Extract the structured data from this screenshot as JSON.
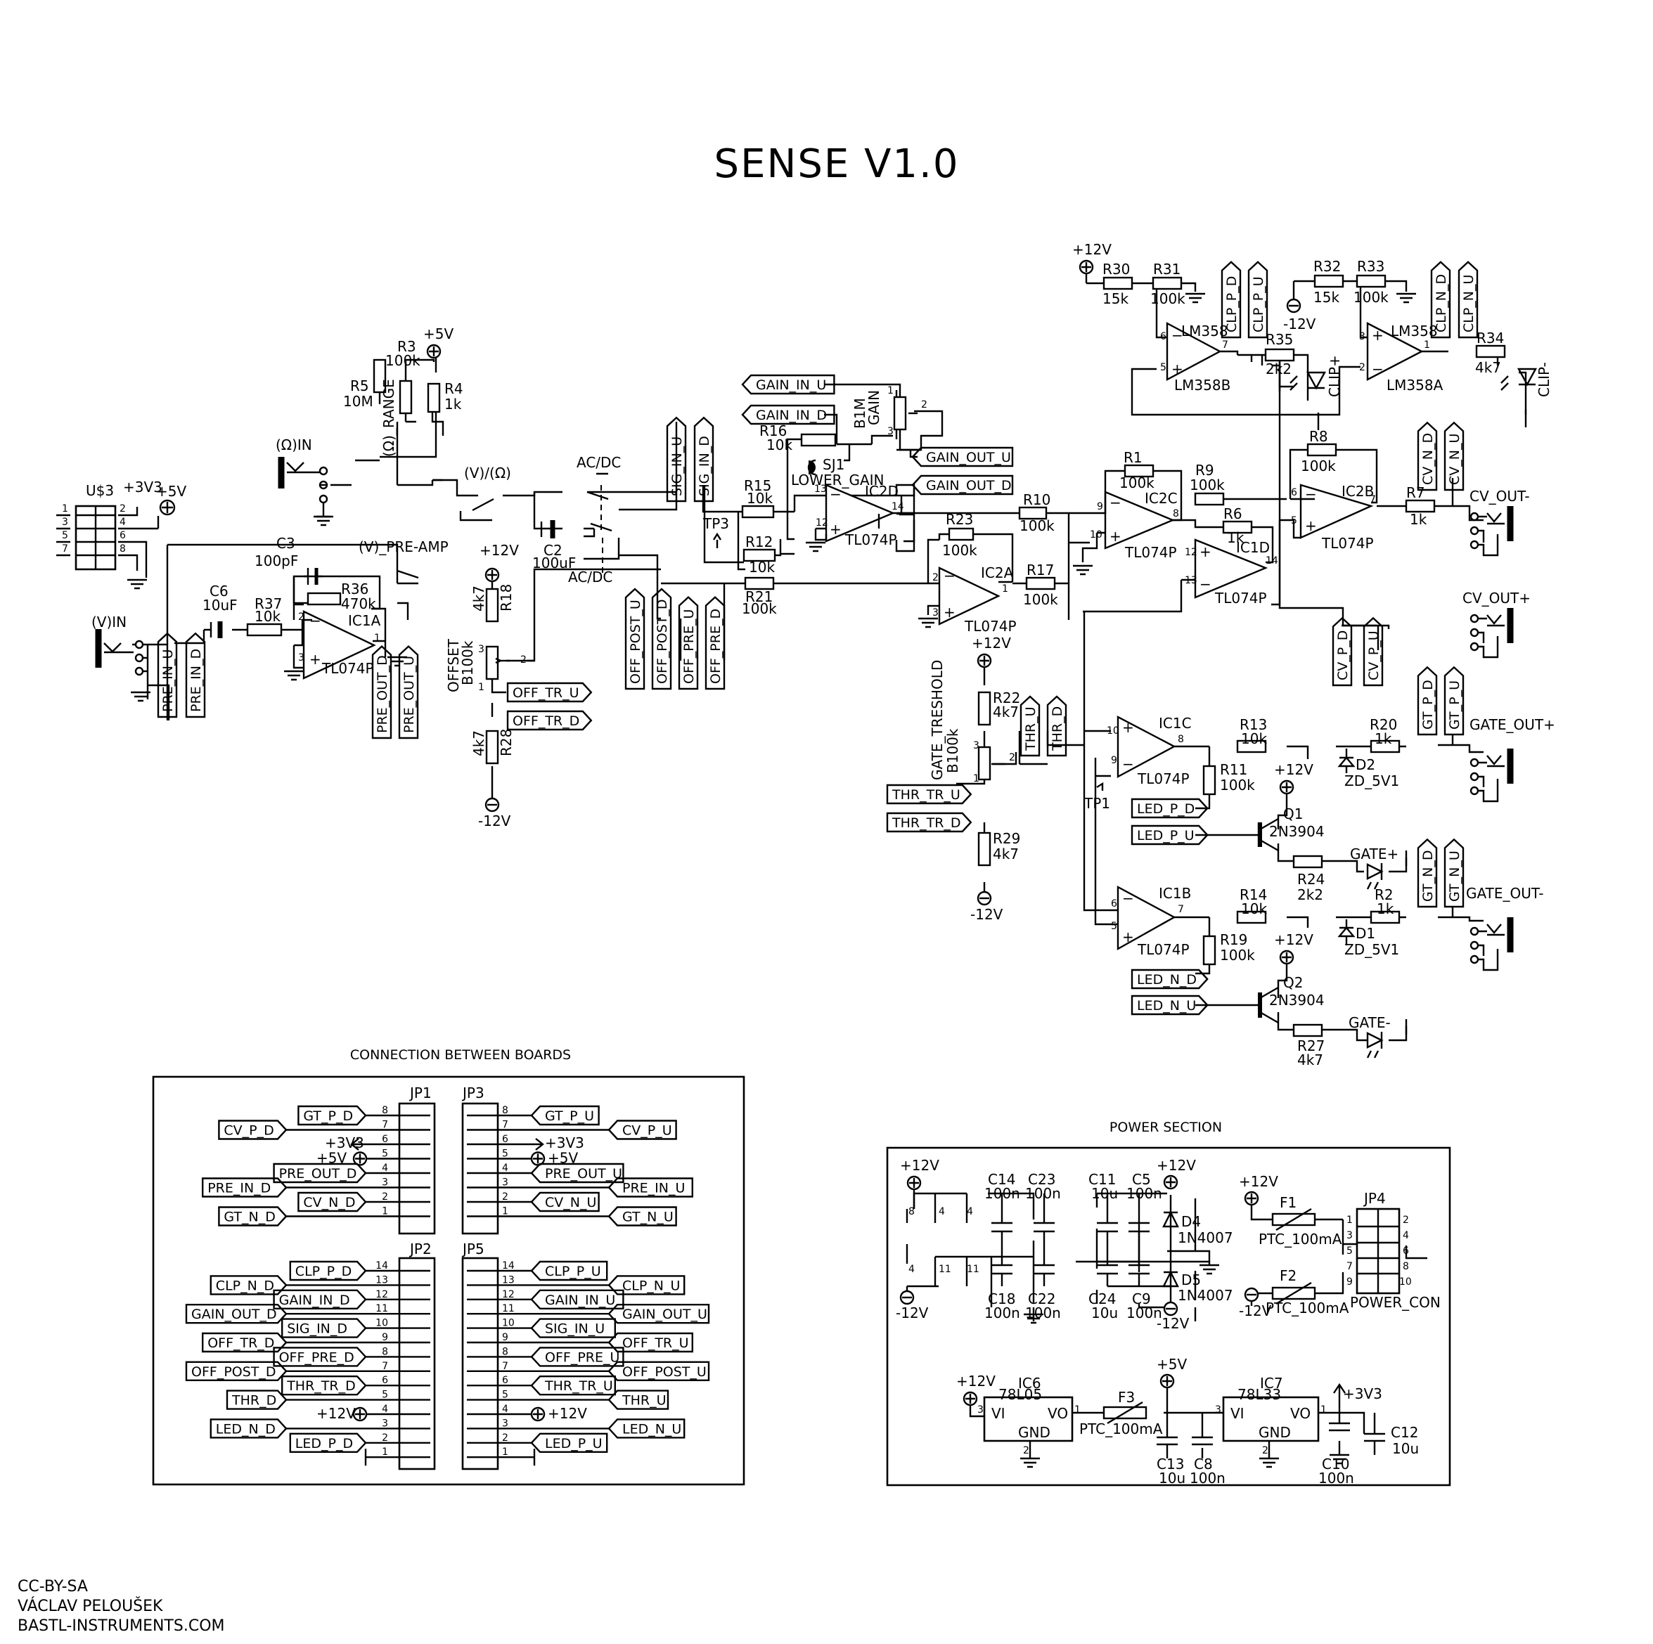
{
  "title": "SENSE V1.0",
  "sections": {
    "boards": "CONNECTION BETWEEN BOARDS",
    "power": "POWER SECTION"
  },
  "footer": [
    "CC-BY-SA",
    "VÁCLAV PELOUŠEK",
    "BASTL-INSTRUMENTS.COM"
  ],
  "rails": {
    "p12": "+12V",
    "m12": "-12V",
    "p5": "+5V",
    "p33": "+3V3"
  },
  "resistors": {
    "r1": "R1",
    "r1v": "100k",
    "r2": "R2",
    "r2v": "1k",
    "r3": "R3",
    "r3v": "100k",
    "r4": "R4",
    "r4v": "1k",
    "r5": "R5",
    "r5v": "10M",
    "r6": "R6",
    "r6v": "1k",
    "r7": "R7",
    "r7v": "1k",
    "r8": "R8",
    "r8v": "100k",
    "r9": "R9",
    "r9v": "100k",
    "r10": "R10",
    "r10v": "100k",
    "r11": "R11",
    "r11v": "100k",
    "r12": "R12",
    "r12v": "10k",
    "r13": "R13",
    "r13v": "10k",
    "r14": "R14",
    "r14v": "10k",
    "r15": "R15",
    "r15v": "10k",
    "r16": "R16",
    "r16v": "10k",
    "r17": "R17",
    "r17v": "100k",
    "r18": "R18",
    "r18v": "4k7",
    "r19": "R19",
    "r19v": "100k",
    "r20": "R20",
    "r20v": "1k",
    "r21": "R21",
    "r21v": "100k",
    "r22": "R22",
    "r22v": "4k7",
    "r23": "R23",
    "r23v": "100k",
    "r24": "R24",
    "r24v": "2k2",
    "r27": "R27",
    "r27v": "4k7",
    "r28": "R28",
    "r28v": "4k7",
    "r29": "R29",
    "r29v": "4k7",
    "r30": "R30",
    "r30v": "15k",
    "r31": "R31",
    "r31v": "100k",
    "r32": "R32",
    "r32v": "15k",
    "r33": "R33",
    "r33v": "100k",
    "r34": "R34",
    "r34v": "4k7",
    "r35": "R35",
    "r35v": "2k2",
    "r36": "R36",
    "r36v": "470k",
    "r37": "R37",
    "r37v": "10k"
  },
  "caps": {
    "c2": "C2",
    "c2v": "100uF",
    "c3": "C3",
    "c3v": "100pF",
    "c6": "C6",
    "c6v": "10uF",
    "c14": "C14",
    "c14v": "100n",
    "c23": "C23",
    "c23v": "100n",
    "c11": "C11",
    "c11v": "10u",
    "c5": "C5",
    "c5v": "100n",
    "c18": "C18",
    "c18v": "100n",
    "c22": "C22",
    "c22v": "100n",
    "c24": "C24",
    "c24v": "10u",
    "c9": "C9",
    "c9v": "100n",
    "c13": "C13",
    "c13v": "10u",
    "c8": "C8",
    "c8v": "100n",
    "c10": "C10",
    "c10v": "100n",
    "c12": "C12",
    "c12v": "10u"
  },
  "parts": {
    "ic1a": "IC1A",
    "ic1b": "IC1B",
    "ic1c": "IC1C",
    "ic1d": "IC1D",
    "ic2a": "IC2A",
    "ic2b": "IC2B",
    "ic2c": "IC2C",
    "ic2d": "IC2D",
    "tl074": "TL074P",
    "lm358": "LM358",
    "lm358a": "LM358A",
    "lm358b": "LM358B",
    "q1": "Q1",
    "q2": "Q2",
    "q_type": "2N3904",
    "d1": "D1",
    "d2": "D2",
    "zd": "ZD_5V1",
    "d4": "D4",
    "d5": "D5",
    "d_type": "1N4007",
    "sj1": "SJ1",
    "lower_gain": "LOWER_GAIN",
    "tp1": "TP1",
    "tp3": "TP3",
    "u3": "U$3",
    "ic6": "IC6",
    "ic6t": "78L05",
    "ic7": "IC7",
    "ic7t": "78L33",
    "vi": "VI",
    "vo": "VO",
    "gnd": "GND",
    "f1": "F1",
    "f2": "F2",
    "f3": "F3",
    "ptc": "PTC_100mA",
    "jp4": "JP4",
    "power_con": "POWER_CON",
    "jp1": "JP1",
    "jp2": "JP2",
    "jp3": "JP3",
    "jp5": "JP5"
  },
  "controls": {
    "ohm_in": "(Ω)IN",
    "v_in": "(V)IN",
    "ohm_range": "(Ω)_RANGE",
    "v_ohm": "(V)/(Ω)",
    "v_preamp": "(V)_PRE-AMP",
    "acdc": "AC/DC",
    "gain_pot": "B1M",
    "gain": "GAIN",
    "offset": "OFFSET",
    "offset_pot": "B100k",
    "gate_thr": "GATE_TRESHOLD",
    "gate_thr_pot": "B100k",
    "cv_out_m": "CV_OUT-",
    "cv_out_p": "CV_OUT+",
    "gate_out_p": "GATE_OUT+",
    "gate_out_m": "GATE_OUT-",
    "clip_p": "CLIP+",
    "clip_m": "CLIP-",
    "gate_led_p": "GATE+",
    "gate_led_m": "GATE-"
  },
  "nets": {
    "gain_in_u": "GAIN_IN_U",
    "gain_in_d": "GAIN_IN_D",
    "gain_out_u": "GAIN_OUT_U",
    "gain_out_d": "GAIN_OUT_D",
    "sig_in_u": "SIG_IN_U",
    "sig_in_d": "SIG_IN_D",
    "off_post_u": "OFF_POST_U",
    "off_post_d": "OFF_POST_D",
    "off_pre_u": "OFF_PRE_U",
    "off_pre_d": "OFF_PRE_D",
    "off_tr_u": "OFF_TR_U",
    "off_tr_d": "OFF_TR_D",
    "pre_in_u": "PRE_IN_U",
    "pre_in_d": "PRE_IN_D",
    "pre_out_d": "PRE_OUT_D",
    "pre_out_u": "PRE_OUT_U",
    "clp_p_d": "CLP_P_D",
    "clp_p_u": "CLP_P_U",
    "clp_n_d": "CLP_N_D",
    "clp_n_u": "CLP_N_U",
    "cv_n_d": "CV_N_D",
    "cv_n_u": "CV_N_U",
    "cv_p_d": "CV_P_D",
    "cv_p_u": "CV_P_U",
    "gt_p_d": "GT_P_D",
    "gt_p_u": "GT_P_U",
    "gt_n_d": "GT_N_D",
    "gt_n_u": "GT_N_U",
    "thr_u": "THR_U",
    "thr_d": "THR_D",
    "thr_tr_u": "THR_TR_U",
    "thr_tr_d": "THR_TR_D",
    "led_p_d": "LED_P_D",
    "led_p_u": "LED_P_U",
    "led_n_d": "LED_N_D",
    "led_n_u": "LED_N_U"
  },
  "jp1_rows": [
    {
      "pin": "8",
      "net": "GT_P_D"
    },
    {
      "pin": "7",
      "net": "CV_P_D"
    },
    {
      "pin": "6",
      "net": "+3V3"
    },
    {
      "pin": "5",
      "net": "+5V"
    },
    {
      "pin": "4",
      "net": "PRE_OUT_D"
    },
    {
      "pin": "3",
      "net": "PRE_IN_D"
    },
    {
      "pin": "2",
      "net": "CV_N_D"
    },
    {
      "pin": "1",
      "net": "GT_N_D"
    }
  ],
  "jp3_rows": [
    {
      "pin": "8",
      "net": "GT_P_U"
    },
    {
      "pin": "7",
      "net": "CV_P_U"
    },
    {
      "pin": "6",
      "net": "+3V3"
    },
    {
      "pin": "5",
      "net": "+5V"
    },
    {
      "pin": "4",
      "net": "PRE_OUT_U"
    },
    {
      "pin": "3",
      "net": "PRE_IN_U"
    },
    {
      "pin": "2",
      "net": "CV_N_U"
    },
    {
      "pin": "1",
      "net": "GT_N_U"
    }
  ],
  "jp2_rows": [
    {
      "pin": "14",
      "net": "CLP_P_D"
    },
    {
      "pin": "13",
      "net": "CLP_N_D"
    },
    {
      "pin": "12",
      "net": "GAIN_IN_D"
    },
    {
      "pin": "11",
      "net": "GAIN_OUT_D"
    },
    {
      "pin": "10",
      "net": "SIG_IN_D"
    },
    {
      "pin": "9",
      "net": "OFF_TR_D"
    },
    {
      "pin": "8",
      "net": "OFF_PRE_D"
    },
    {
      "pin": "7",
      "net": "OFF_POST_D"
    },
    {
      "pin": "6",
      "net": "THR_TR_D"
    },
    {
      "pin": "5",
      "net": "THR_D"
    },
    {
      "pin": "4",
      "net": "+12V"
    },
    {
      "pin": "3",
      "net": "LED_N_D"
    },
    {
      "pin": "2",
      "net": "LED_P_D"
    },
    {
      "pin": "1",
      "net": ""
    }
  ],
  "jp5_rows": [
    {
      "pin": "14",
      "net": "CLP_P_U"
    },
    {
      "pin": "13",
      "net": "CLP_N_U"
    },
    {
      "pin": "12",
      "net": "GAIN_IN_U"
    },
    {
      "pin": "11",
      "net": "GAIN_OUT_U"
    },
    {
      "pin": "10",
      "net": "SIG_IN_U"
    },
    {
      "pin": "9",
      "net": "OFF_TR_U"
    },
    {
      "pin": "8",
      "net": "OFF_PRE_U"
    },
    {
      "pin": "7",
      "net": "OFF_POST_U"
    },
    {
      "pin": "6",
      "net": "THR_TR_U"
    },
    {
      "pin": "5",
      "net": "THR_U"
    },
    {
      "pin": "4",
      "net": "+12V"
    },
    {
      "pin": "3",
      "net": "LED_N_U"
    },
    {
      "pin": "2",
      "net": "LED_P_U"
    },
    {
      "pin": "1",
      "net": ""
    }
  ],
  "jp4_pins": [
    "1",
    "2",
    "3",
    "4",
    "5",
    "6",
    "7",
    "8",
    "9",
    "10"
  ],
  "u3_pins": [
    "2",
    "4",
    "6",
    "8",
    "1",
    "3",
    "5",
    "7"
  ],
  "decoup_pins": [
    "8",
    "4",
    "4",
    "11",
    "11"
  ]
}
